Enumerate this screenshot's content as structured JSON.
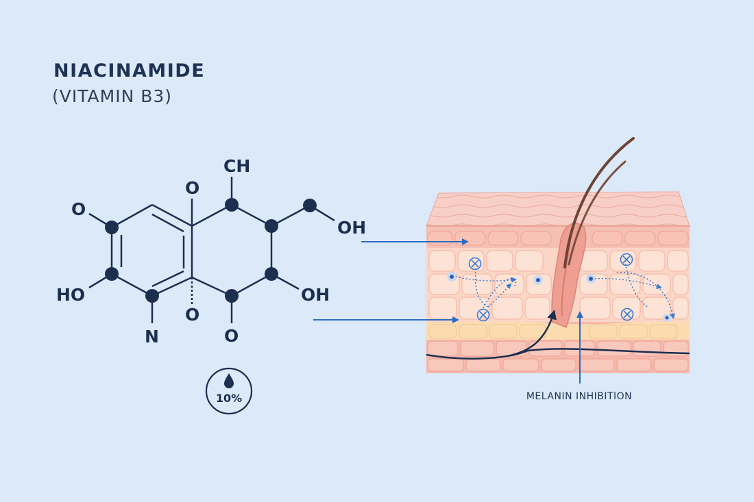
{
  "heading": {
    "title": "NIACINAMIDE",
    "subtitle": "(VITAMIN B3)"
  },
  "molecule": {
    "labels": {
      "ch": "CH",
      "o_top": "O",
      "o_left": "O",
      "oh_right": "OH",
      "ho_left": "HO",
      "oh_bottom_right": "OH",
      "o_mid": "O",
      "n": "N",
      "o_bottom": "O"
    }
  },
  "badge": {
    "icon": "droplet-icon",
    "value": "10%"
  },
  "skin": {
    "caption": "MELANIN INHIBITION"
  },
  "colors": {
    "background": "#dce9f9",
    "ink": "#1c2f4f",
    "arrow": "#2a6cc0",
    "skin_top": "#f7c9c0",
    "dermis": "#f5c0b4",
    "fat": "#fbdcb0"
  }
}
